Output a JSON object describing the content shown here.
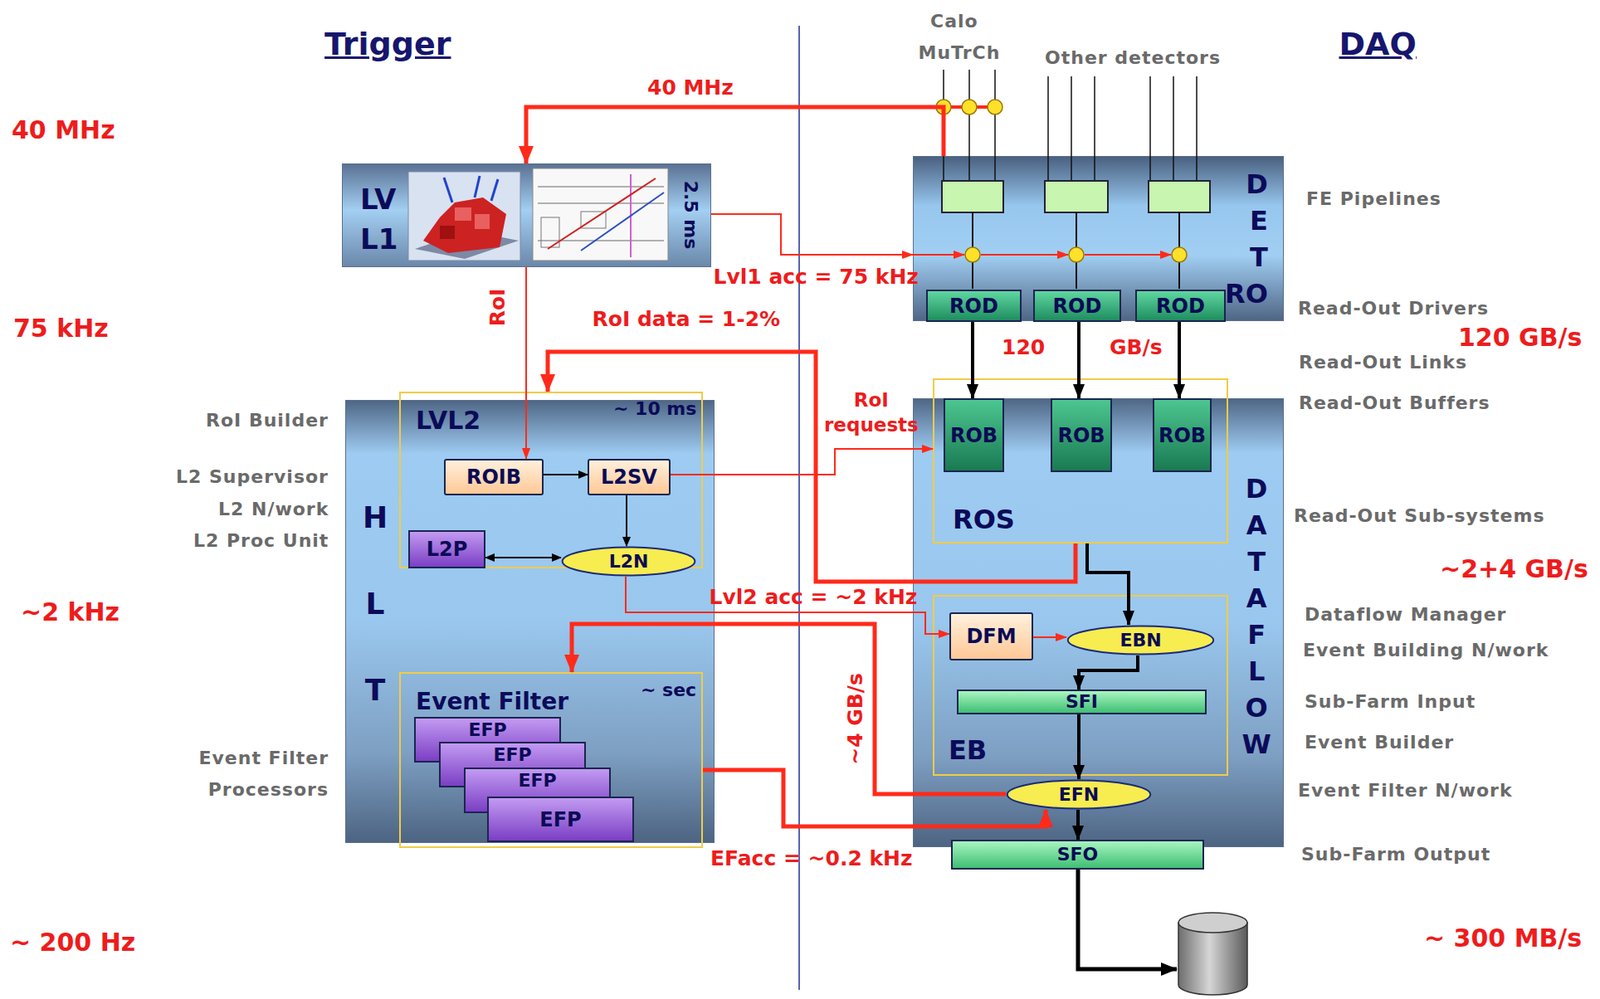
{
  "diagram": {
    "nodes": [
      {
        "text": [
          "LV L1",
          "2.5 ms"
        ]
      },
      {
        "text": [
          "D E T RO"
        ]
      },
      {
        "text": [
          "ROD"
        ],
        "in": 1
      },
      {
        "text": [
          "ROD"
        ],
        "in": 1
      },
      {
        "text": [
          "ROD"
        ],
        "in": 1
      },
      {
        "text": [
          "H L T"
        ]
      },
      {
        "text": [
          "LVL2",
          "~ 10 ms"
        ],
        "in": 5
      },
      {
        "text": [
          "ROIB"
        ],
        "in": 6
      },
      {
        "text": [
          "L2SV"
        ],
        "in": 6
      },
      {
        "text": [
          "L2P"
        ],
        "in": 6
      },
      {
        "text": [
          "L2N"
        ],
        "in": 6
      },
      {
        "text": [
          "Event Filter",
          "~ sec"
        ],
        "in": 5
      },
      {
        "text": [
          "EFP"
        ],
        "in": 11
      },
      {
        "text": [
          "EFP"
        ],
        "in": 11
      },
      {
        "text": [
          "EFP"
        ],
        "in": 11
      },
      {
        "text": [
          "EFP"
        ],
        "in": 11
      },
      {
        "text": [
          "D A T A F L O W"
        ]
      },
      {
        "text": [
          "ROS"
        ],
        "in": 16
      },
      {
        "text": [
          "ROB"
        ],
        "in": 17
      },
      {
        "text": [
          "ROB"
        ],
        "in": 17
      },
      {
        "text": [
          "ROB"
        ],
        "in": 17
      },
      {
        "text": [
          "EB"
        ],
        "in": 16
      },
      {
        "text": [
          "DFM"
        ],
        "in": 21
      },
      {
        "text": [
          "EBN"
        ],
        "in": 21
      },
      {
        "text": [
          "SFI"
        ],
        "in": 21
      },
      {
        "text": [
          "EFN"
        ],
        "in": 16
      },
      {
        "text": [
          "SFO"
        ]
      }
    ],
    "edges": [
      {
        "from": 1,
        "to": 0,
        "label": "40 MHz",
        "arrow": "to"
      },
      {
        "from": 0,
        "to": 1,
        "label": "Lvl1 acc = 75 kHz",
        "arrow": "to"
      },
      {
        "from": 0,
        "to": 7,
        "label": "RoI",
        "arrow": "to"
      },
      {
        "from": 2,
        "to": 18,
        "arrow": "to"
      },
      {
        "from": 3,
        "to": 19,
        "arrow": "to"
      },
      {
        "from": 4,
        "to": 20,
        "arrow": "to"
      },
      {
        "from": 17,
        "to": 6,
        "label": "RoI data = 1-2%",
        "arrow": "to"
      },
      {
        "from": 7,
        "to": 8,
        "arrow": "to"
      },
      {
        "from": 8,
        "to": 10,
        "arrow": "to"
      },
      {
        "from": 9,
        "to": 10,
        "arrow": "both"
      },
      {
        "from": 8,
        "to": 17,
        "label": "RoI requests",
        "arrow": "to"
      },
      {
        "from": 10,
        "to": 22,
        "label": "Lvl2 acc = ~2 kHz",
        "arrow": "to"
      },
      {
        "from": 22,
        "to": 23,
        "arrow": "to"
      },
      {
        "from": 17,
        "to": 23,
        "arrow": "to"
      },
      {
        "from": 23,
        "to": 24,
        "arrow": "to"
      },
      {
        "from": 24,
        "to": 25,
        "arrow": "to"
      },
      {
        "from": 25,
        "to": 11,
        "label": "~4 GB/s",
        "arrow": "to"
      },
      {
        "from": 11,
        "to": 25,
        "label": "EFacc = ~0.2 kHz",
        "arrow": "to"
      },
      {
        "from": 25,
        "to": 26,
        "arrow": "to"
      }
    ],
    "labels": [
      "Trigger",
      "DAQ",
      "Calo",
      "MuTrCh",
      "Other detectors",
      "40 MHz",
      "FE Pipelines",
      "75 kHz",
      "Read-Out Drivers",
      "120",
      "GB/s",
      "120 GB/s",
      "Read-Out Links",
      "Read-Out Buffers",
      "RoI Builder",
      "L2 Supervisor",
      "L2 N/work",
      "L2 Proc Unit",
      "Read-Out Sub-systems",
      "~2+4 GB/s",
      "~2 kHz",
      "Dataflow Manager",
      "Event Building N/work",
      "Sub-Farm Input",
      "Event Builder",
      "Event Filter Processors",
      "Event Filter N/work",
      "Sub-Farm Output",
      "~ 200 Hz",
      "~ 300 MB/s"
    ]
  }
}
